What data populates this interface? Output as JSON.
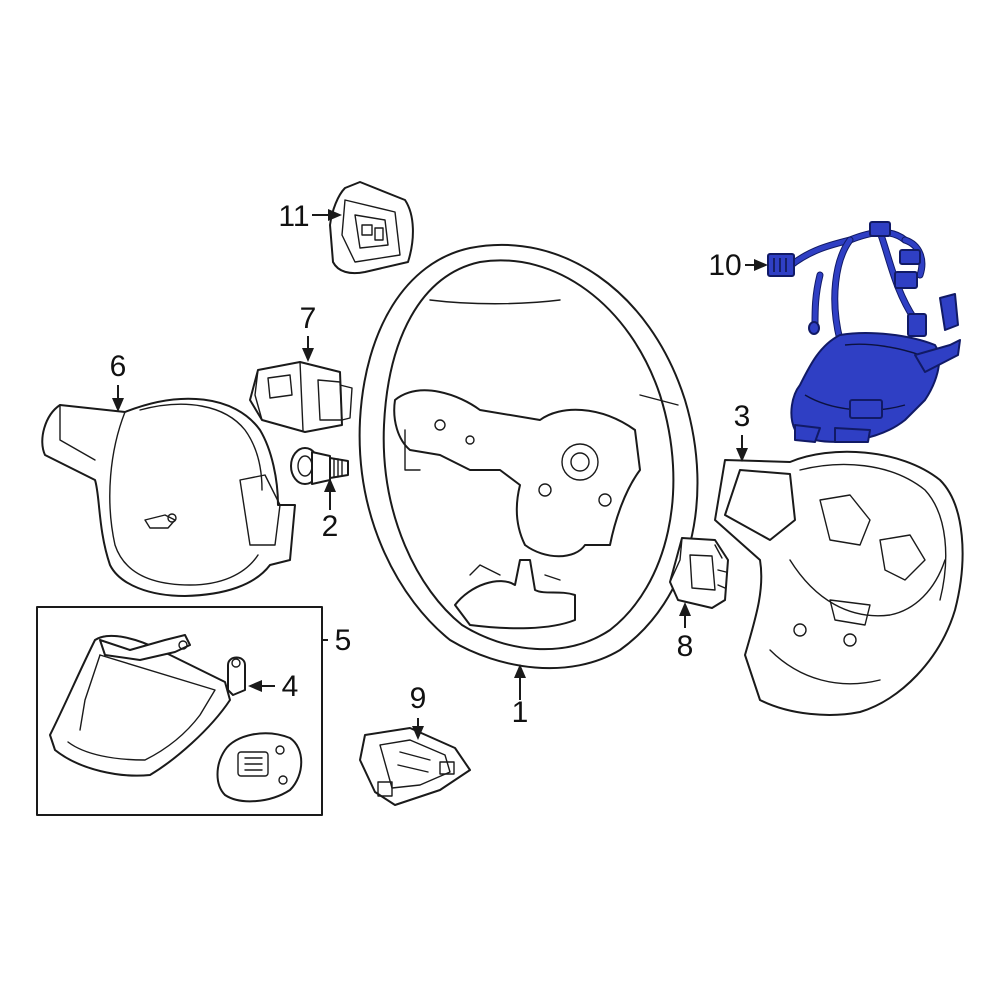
{
  "colors": {
    "highlight": "#2f3fc4",
    "line": "#1a1a1a",
    "background": "#ffffff"
  },
  "callouts": {
    "c1": "1",
    "c2": "2",
    "c3": "3",
    "c4": "4",
    "c5": "5",
    "c6": "6",
    "c7": "7",
    "c8": "8",
    "c9": "9",
    "c10": "10",
    "c11": "11"
  },
  "highlighted_part": "10"
}
